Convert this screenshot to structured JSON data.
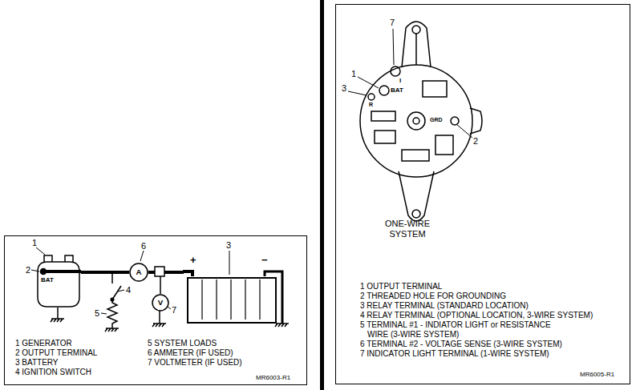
{
  "diagram": {
    "nodes": [
      {
        "text": [
          "1 GENERATOR",
          "2 OUTPUT TERMINAL",
          "3 BATTERY",
          "4 IGNITION SWITCH",
          "5 SYSTEM LOADS",
          "6 AMMETER (IF USED)",
          "7 VOLTMETER (IF USED)",
          "MR6003-R1"
        ]
      },
      {
        "text": [
          "BAT"
        ],
        "in": 0
      },
      {
        "text": [
          "A"
        ],
        "in": 0
      },
      {
        "text": [
          "V"
        ],
        "in": 0
      },
      {
        "text": [
          "+",
          "−"
        ],
        "in": 0
      },
      {
        "text": [
          "ONE-WIRE SYSTEM",
          "1 OUTPUT TERMINAL",
          "2 THREADED HOLE FOR GROUNDING",
          "3 RELAY TERMINAL (STANDARD LOCATION)",
          "4 RELAY TERMINAL (OPTIONAL LOCATION, 3-WIRE SYSTEM)",
          "5 TERMINAL #1 - INDIATOR LIGHT or RESISTANCE WIRE (3-WIRE SYSTEM)",
          "6 TERMINAL #2 - VOLTAGE SENSE (3-WIRE SYSTEM)",
          "7 INDICATOR LIGHT TERMINAL (1-WIRE SYSTEM)",
          "MR6005-R1"
        ]
      },
      {
        "text": [
          "I",
          "BAT",
          "R",
          "GRD"
        ],
        "in": 5
      }
    ],
    "edges": [
      {
        "from": 1,
        "to": 2,
        "arrow": "none"
      },
      {
        "from": 2,
        "to": 4,
        "arrow": "none"
      },
      {
        "from": 3,
        "to": 4,
        "arrow": "none"
      }
    ],
    "labels": [
      "1",
      "2",
      "6",
      "3",
      "4",
      "5",
      "7",
      "7",
      "1",
      "3",
      "2"
    ]
  }
}
